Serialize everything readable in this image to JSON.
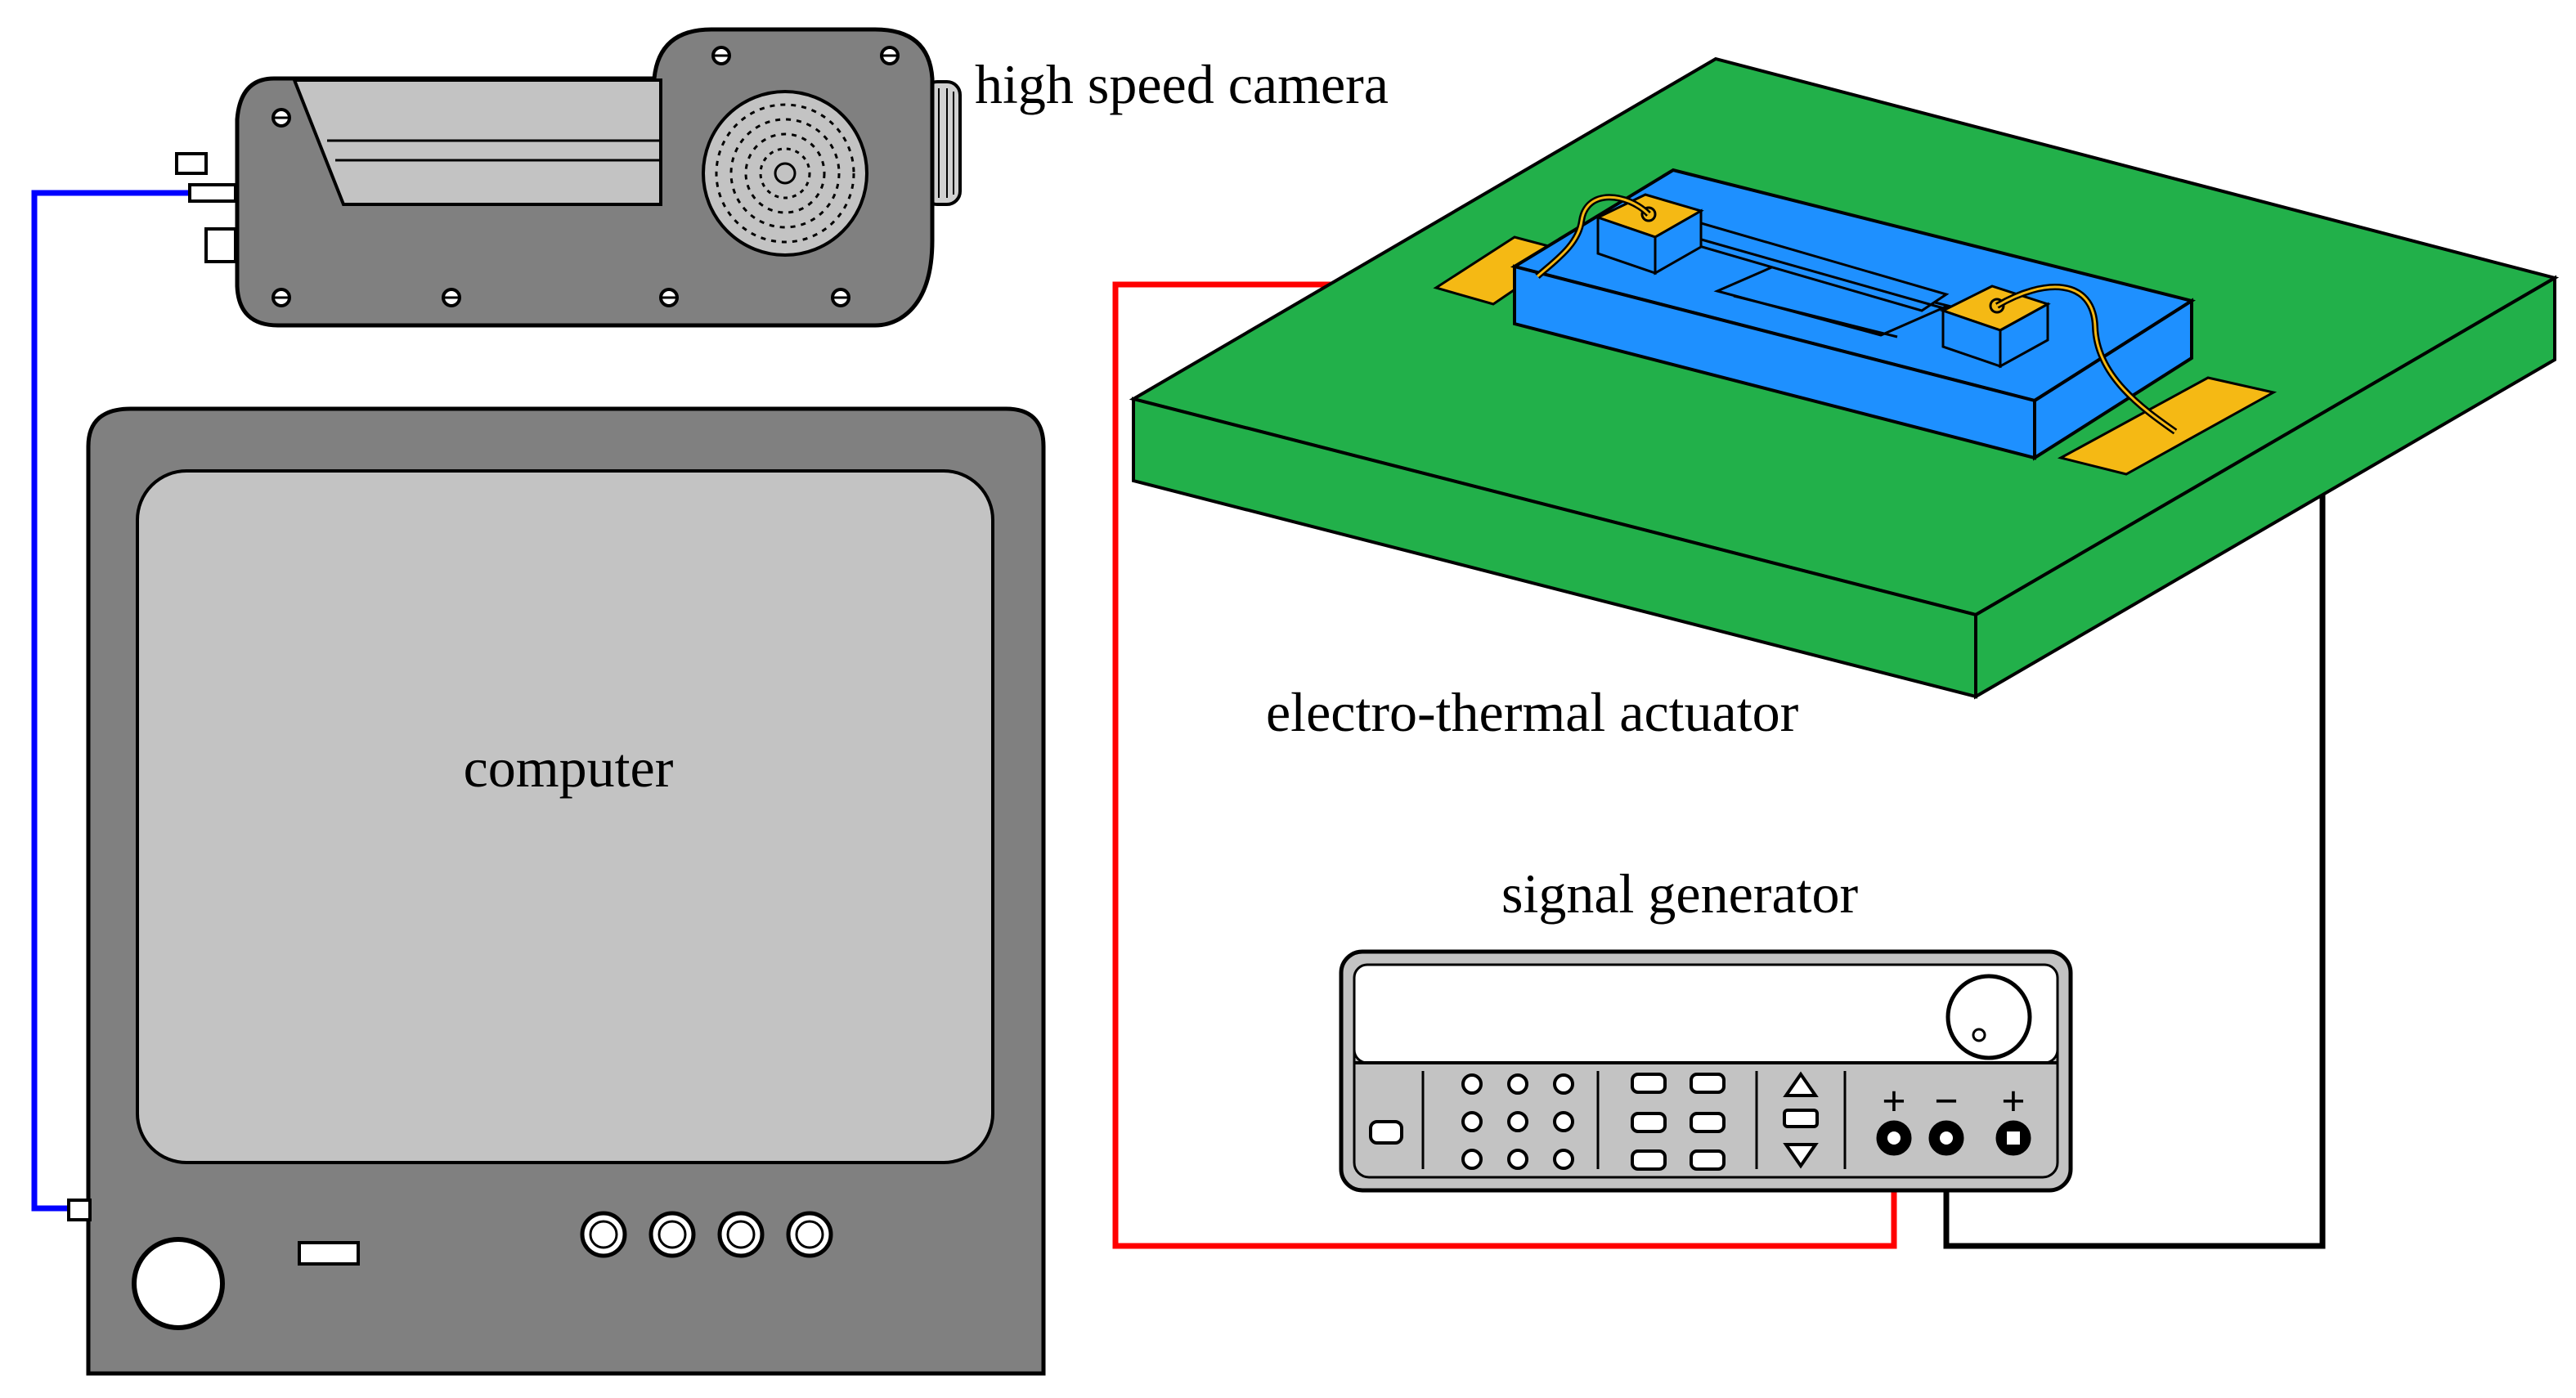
{
  "labels": {
    "camera": "high speed camera",
    "computer": "computer",
    "actuator": "electro-thermal actuator",
    "generator": "signal generator"
  },
  "terminals": {
    "plus1": "+",
    "minus": "−",
    "plus2": "+"
  },
  "colors": {
    "board": "#22b04a",
    "actuator": "#1e90ff",
    "pad": "#f5b914",
    "red_wire": "#ff0000",
    "blue_wire": "#0000ff",
    "black_wire": "#000000",
    "computer_body": "#808080",
    "computer_screen": "#c3c3c3"
  }
}
